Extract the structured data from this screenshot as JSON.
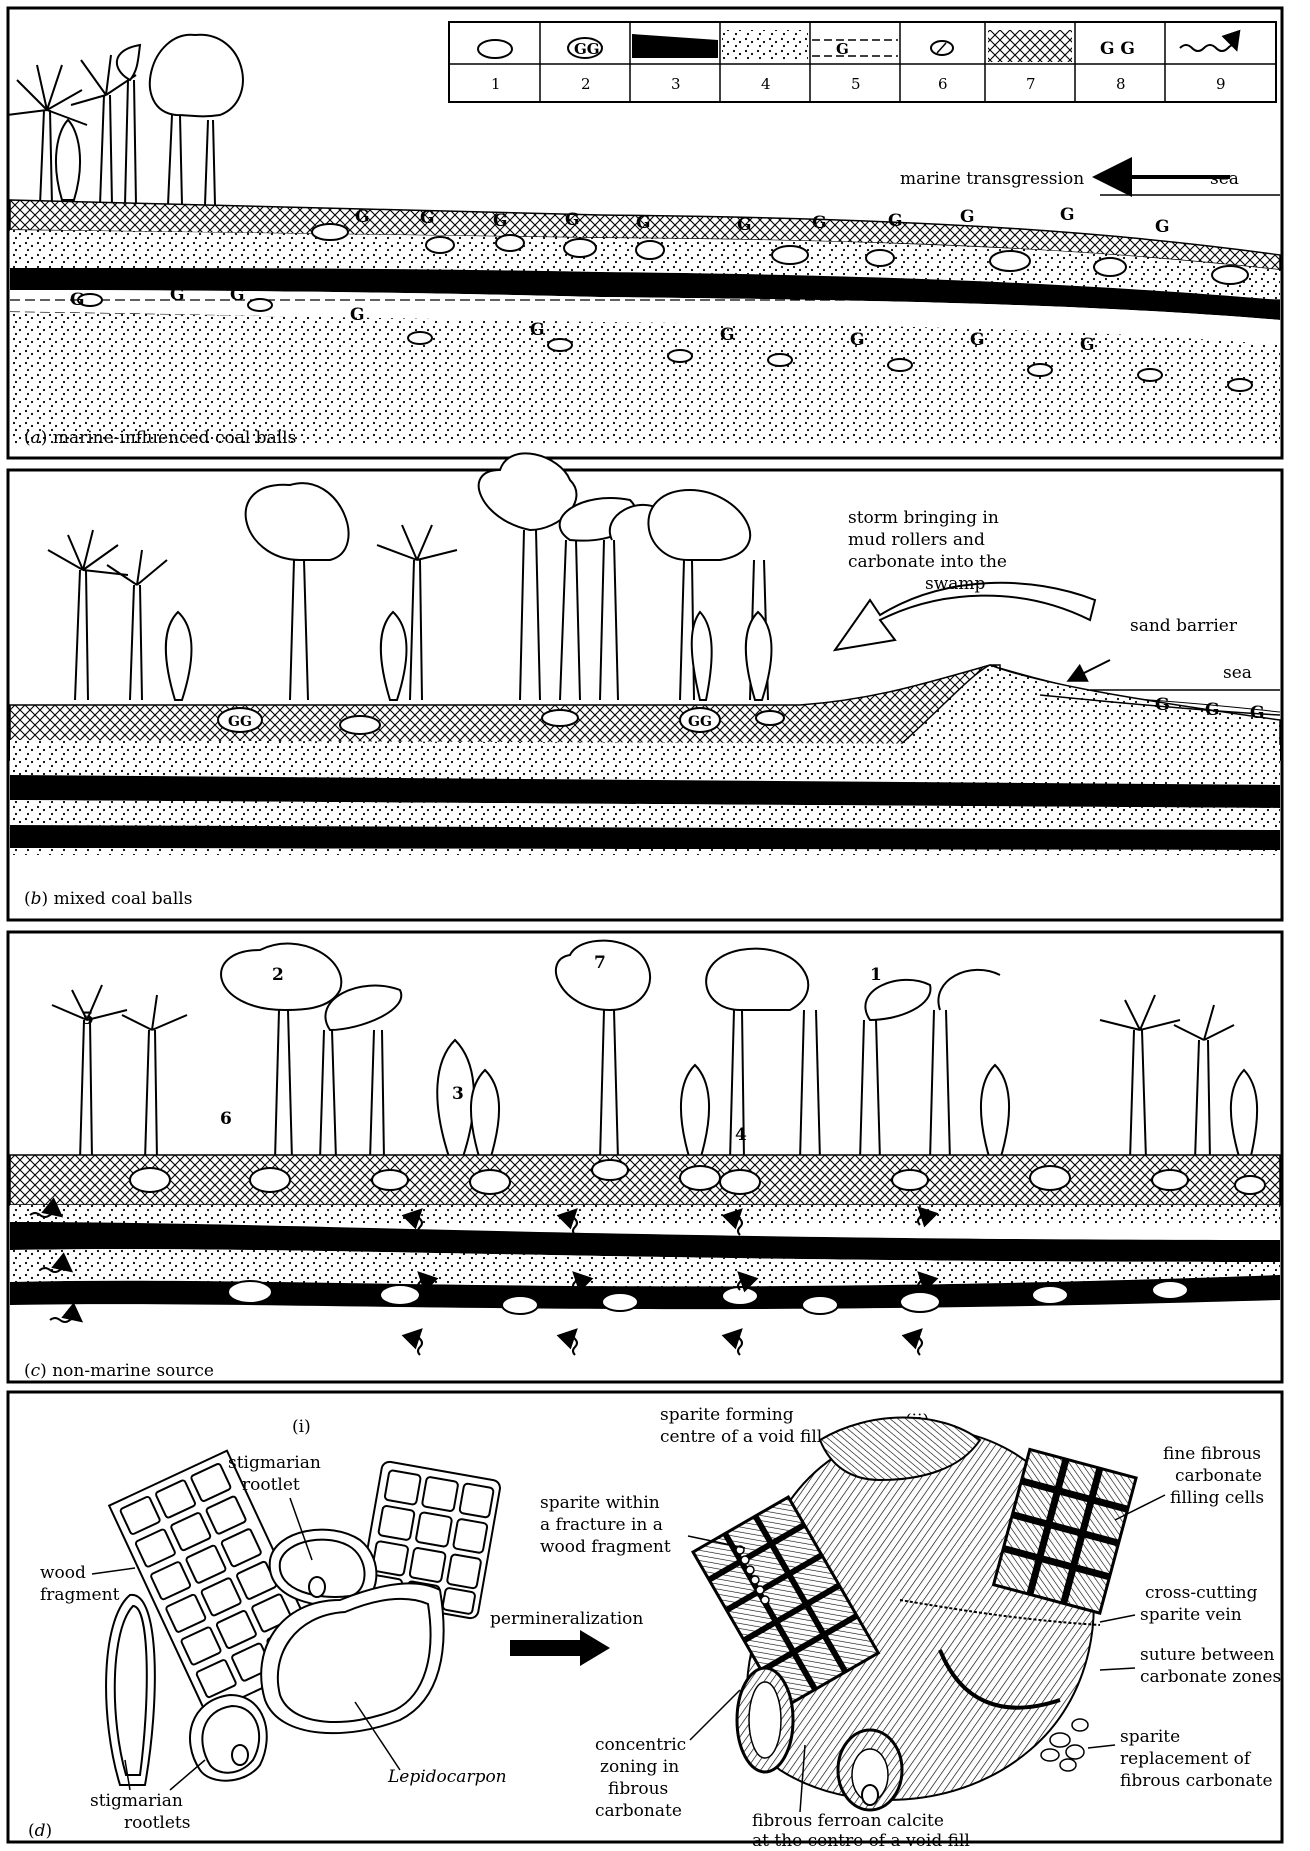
{
  "legend": {
    "numbers": [
      "1",
      "2",
      "3",
      "4",
      "5",
      "6",
      "7",
      "8",
      "9"
    ]
  },
  "panel_a": {
    "caption_letter": "a",
    "caption_text": "marine-influenced coal balls",
    "marine_transgression": "marine transgression",
    "sea": "sea"
  },
  "panel_b": {
    "caption_letter": "b",
    "caption_text": "mixed coal balls",
    "storm_lines": [
      "storm bringing in",
      "mud rollers and",
      "carbonate into the",
      "swamp"
    ],
    "sand_barrier": "sand barrier",
    "sea": "sea"
  },
  "panel_c": {
    "caption_letter": "c",
    "caption_text": "non-marine source",
    "plant_numbers": [
      "1",
      "2",
      "3",
      "4",
      "5",
      "6",
      "7"
    ]
  },
  "panel_d": {
    "caption_letter": "d",
    "part_i": "(i)",
    "part_ii": "(ii)",
    "stigmarian_rootlet": [
      "stigmarian",
      "rootlet"
    ],
    "wood_fragment": [
      "wood",
      "fragment"
    ],
    "stigmarian_rootlets": [
      "stigmarian",
      "rootlets"
    ],
    "lepidocarpon": "Lepidocarpon",
    "permineralization": "permineralization",
    "sparite_forming": [
      "sparite forming",
      "centre of a void fill"
    ],
    "sparite_within": [
      "sparite within",
      "a fracture in a",
      "wood fragment"
    ],
    "fine_fibrous": [
      "fine fibrous",
      "carbonate",
      "filling cells"
    ],
    "cross_cutting": [
      "cross-cutting",
      "sparite vein"
    ],
    "suture": [
      "suture between",
      "carbonate zones"
    ],
    "sparite_replacement": [
      "sparite",
      "replacement of",
      "fibrous carbonate"
    ],
    "concentric": [
      "concentric",
      "zoning in",
      "fibrous",
      "carbonate"
    ],
    "fibrous_ferroan": [
      "fibrous ferroan calcite",
      "at the centre of a void fill"
    ]
  }
}
